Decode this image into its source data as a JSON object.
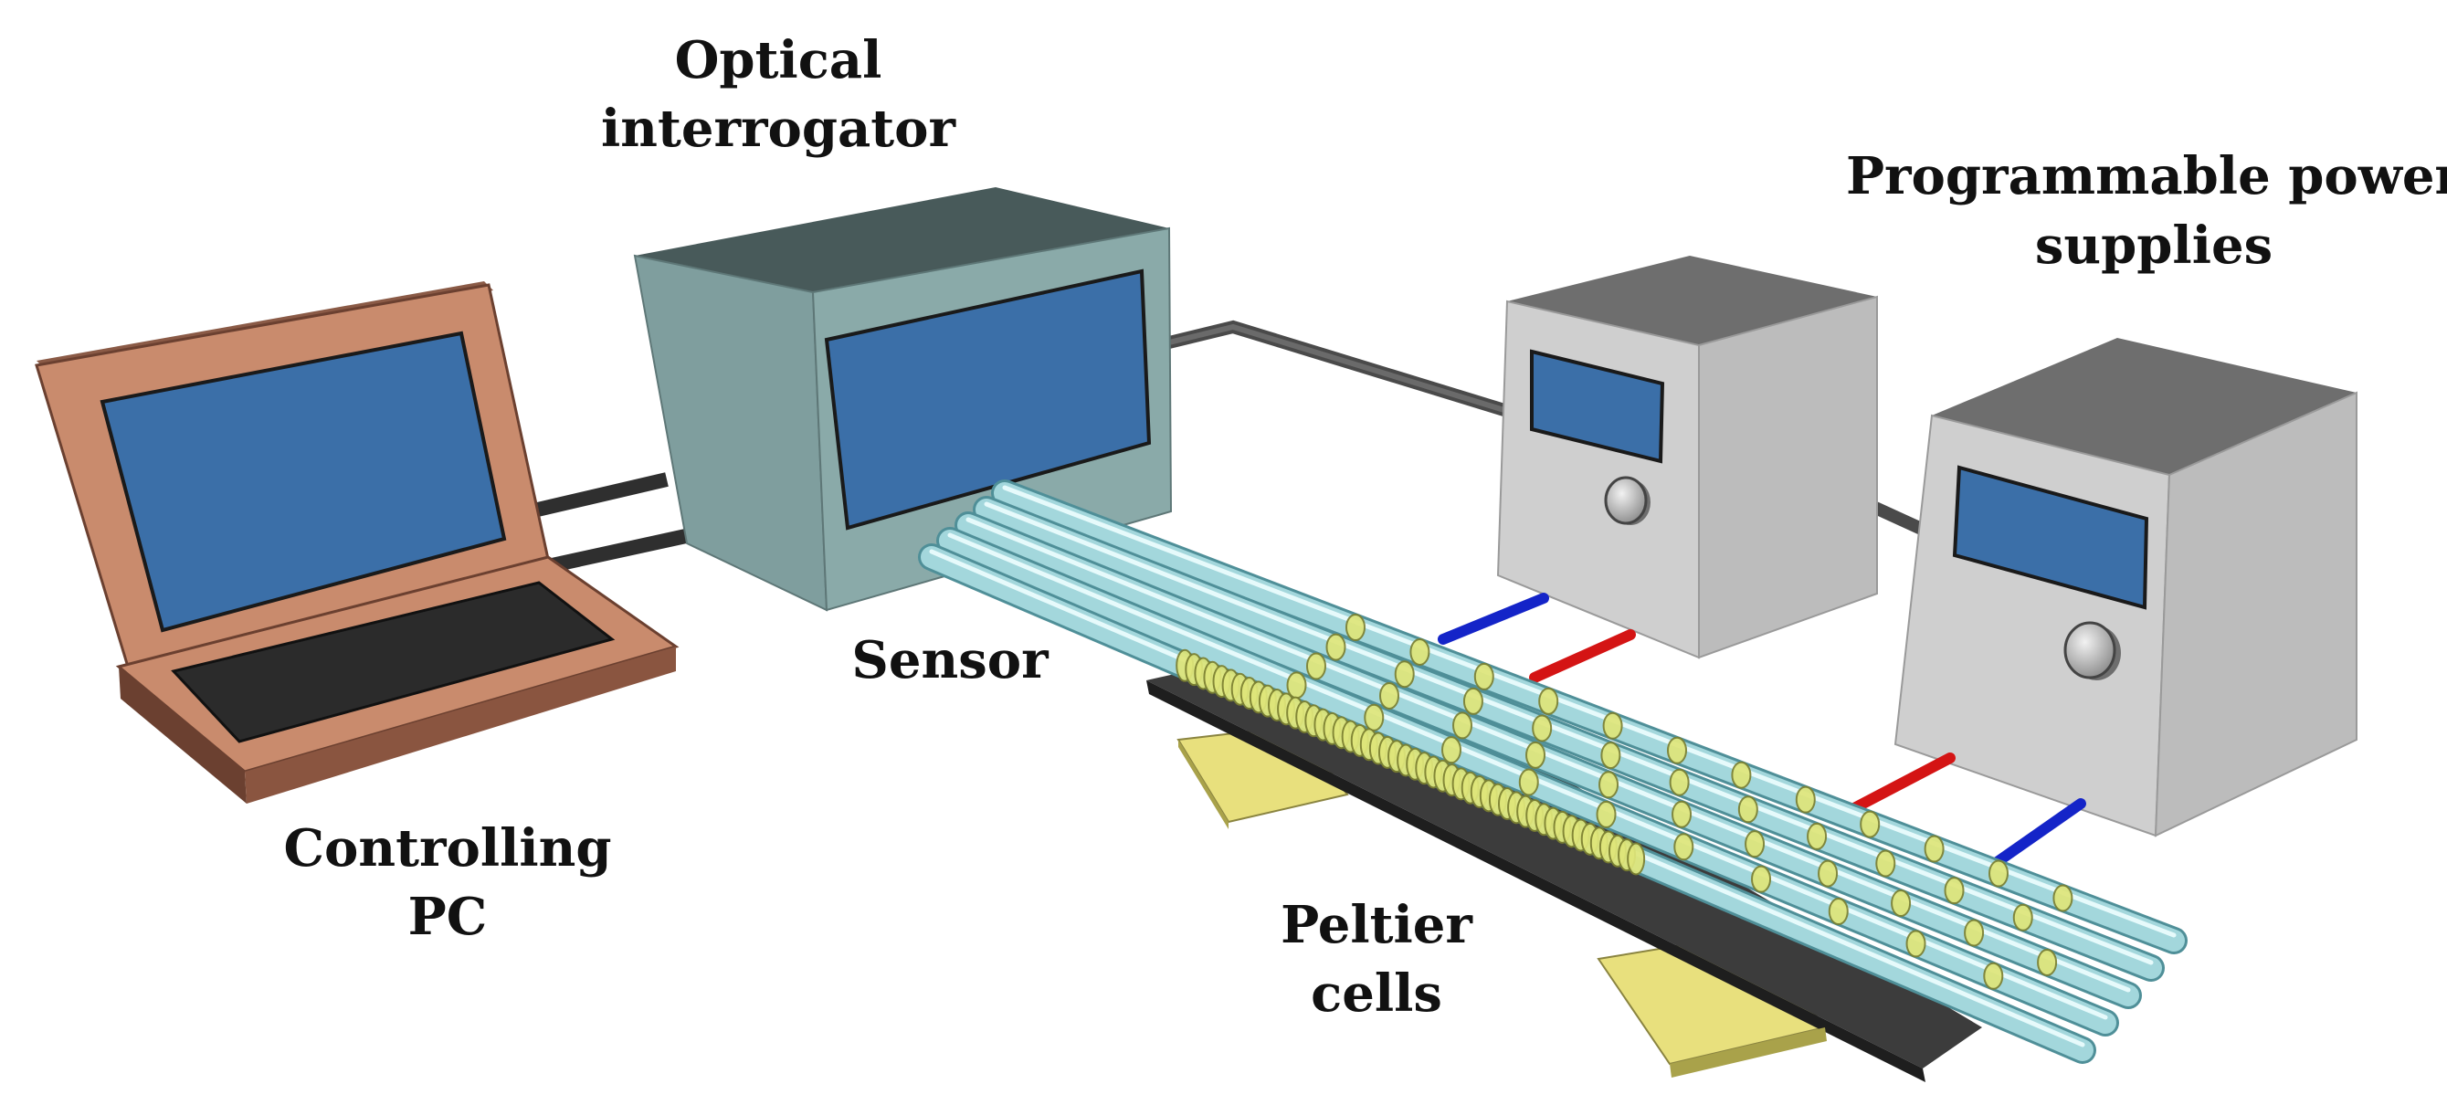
{
  "labels": {
    "optical_interrogator": [
      "Optical",
      "interrogator"
    ],
    "power_supplies": [
      "Programmable power",
      "supplies"
    ],
    "controlling_pc": [
      "Controlling",
      "PC"
    ],
    "sensor": "Sensor",
    "peltier_cells": [
      "Peltier",
      "cells"
    ]
  },
  "colors": {
    "laptop_body": "#c98b6d",
    "laptop_edge": "#6b4030",
    "screen": "#3b6fa8",
    "keyboard": "#2b2b2b",
    "interrogator_front": "#7f9e9e",
    "interrogator_top": "#485a5a",
    "power_supply_front": "#c0c0c0",
    "power_supply_top": "#6e6e6e",
    "cable": "#4a4a4a",
    "fiber": "#a8dbe0",
    "fbg_grating": "#dfe67a",
    "peltier_plate": "#3c3c3c",
    "peltier_cell": "#e8e07d",
    "wire_red": "#d41414",
    "wire_blue": "#1424c8"
  },
  "icons": {
    "laptop": "laptop-icon",
    "interrogator": "interrogator-box-icon",
    "power_supply": "power-supply-icon",
    "knob": "knob-icon"
  }
}
